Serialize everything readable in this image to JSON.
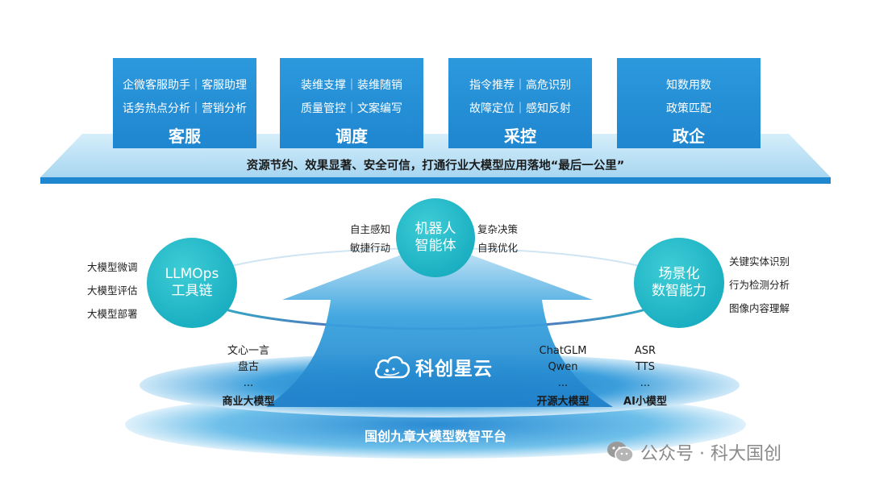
{
  "top_cards": [
    {
      "lines": [
        "企微客服助手｜客服助理",
        "话务热点分析｜营销分析"
      ],
      "title": "客服"
    },
    {
      "lines": [
        "装维支撑｜装维随销",
        "质量管控｜文案编写"
      ],
      "title": "调度"
    },
    {
      "lines": [
        "指令推荐｜高危识别",
        "故障定位｜感知反射"
      ],
      "title": "采控"
    },
    {
      "lines": [
        "知数用数",
        "政策匹配"
      ],
      "title": "政企"
    }
  ],
  "platform_slogan": "资源节约、效果显著、安全可信，打通行业大模型应用落地“最后一公里”",
  "nodes": {
    "robot": {
      "lines": [
        "机器人",
        "智能体"
      ],
      "left": [
        "自主感知",
        "敏捷行动"
      ],
      "right": [
        "复杂决策",
        "自我优化"
      ]
    },
    "llmops": {
      "lines": [
        "LLMOps",
        "工具链"
      ],
      "items": [
        "大模型微调",
        "大模型评估",
        "大模型部署"
      ]
    },
    "scene": {
      "lines": [
        "场景化",
        "数智能力"
      ],
      "items": [
        "关键实体识别",
        "行为检测分析",
        "图像内容理解"
      ]
    }
  },
  "brand": "科创星云",
  "models": {
    "commercial": {
      "items": [
        "文心一言",
        "盘古",
        "..."
      ],
      "title": "商业大模型"
    },
    "open_source": {
      "items": [
        "ChatGLM",
        "Qwen",
        "..."
      ],
      "title": "开源大模型"
    },
    "small": {
      "items": [
        "ASR",
        "TTS",
        "..."
      ],
      "title": "AI小模型"
    }
  },
  "base_platform": "国创九章大模型数智平台",
  "watermark": "公众号 · 科大国创",
  "colors": {
    "primary_blue": "#1f86d0",
    "teal": "#1bb0c2",
    "light_blue": "#a9d8f2"
  }
}
